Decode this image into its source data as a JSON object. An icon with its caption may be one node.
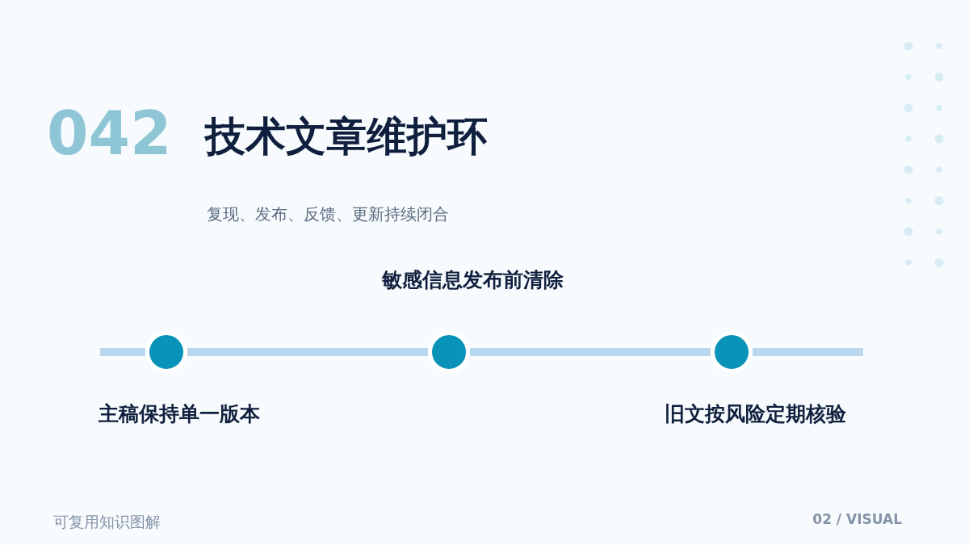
{
  "diagram": {
    "title": "技术文章维护环",
    "nodes": [
      {
        "text": [],
        "shape": "circle",
        "beside": [
          "主稿保持单一版本"
        ]
      },
      {
        "text": [],
        "shape": "circle",
        "beside": [
          "敏感信息发布前清除"
        ]
      },
      {
        "text": [],
        "shape": "circle",
        "beside": [
          "旧文按风险定期核验"
        ]
      }
    ],
    "edges": [
      {
        "from": null,
        "to": 0,
        "arrow": "none"
      },
      {
        "from": 0,
        "to": 1,
        "arrow": "none"
      },
      {
        "from": 1,
        "to": 2,
        "arrow": "none"
      },
      {
        "from": 2,
        "to": null,
        "arrow": "none"
      }
    ],
    "labels": [
      "042",
      "复现、发布、反馈、更新持续闭合",
      "可复用知识图解",
      "02 / VISUAL"
    ]
  }
}
